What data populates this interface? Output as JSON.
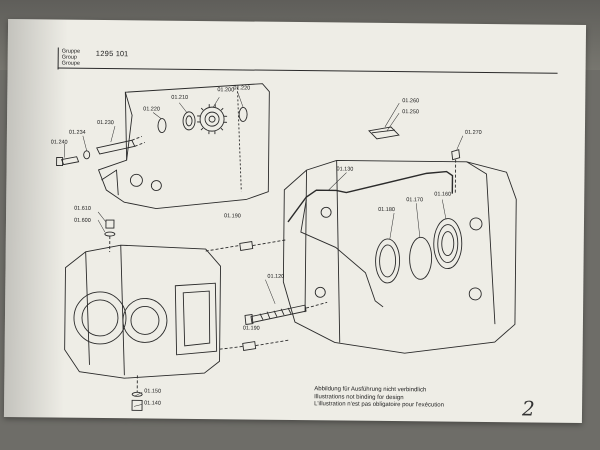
{
  "header": {
    "group_labels": [
      "Gruppe",
      "Group",
      "Groupe"
    ],
    "number": "1295",
    "sub": "101"
  },
  "parts": {
    "p01_200": "01.200",
    "p01_210": "01.210",
    "p01_220a": "01.220",
    "p01_220b": "01.220",
    "p01_230": "01.230",
    "p01_234": "01.234",
    "p01_240": "01.240",
    "p01_260": "01.260",
    "p01_250": "01.250",
    "p01_270": "01.270",
    "p01_130": "01.130",
    "p01_180": "01.180",
    "p01_170": "01.170",
    "p01_160": "01.160",
    "p01_610": "01.610",
    "p01_600": "01.600",
    "p01_190a": "01.190",
    "p01_190b": "01.190",
    "p01_120": "01.120",
    "p01_150": "01.150",
    "p01_140": "01.140"
  },
  "caption": {
    "de": "Abbildung für Ausführung nicht verbindlich",
    "en": "Illustrations not binding for design",
    "fr": "L'illustration n'est pas obligatoire pour l'exécution"
  },
  "page_number": "2"
}
